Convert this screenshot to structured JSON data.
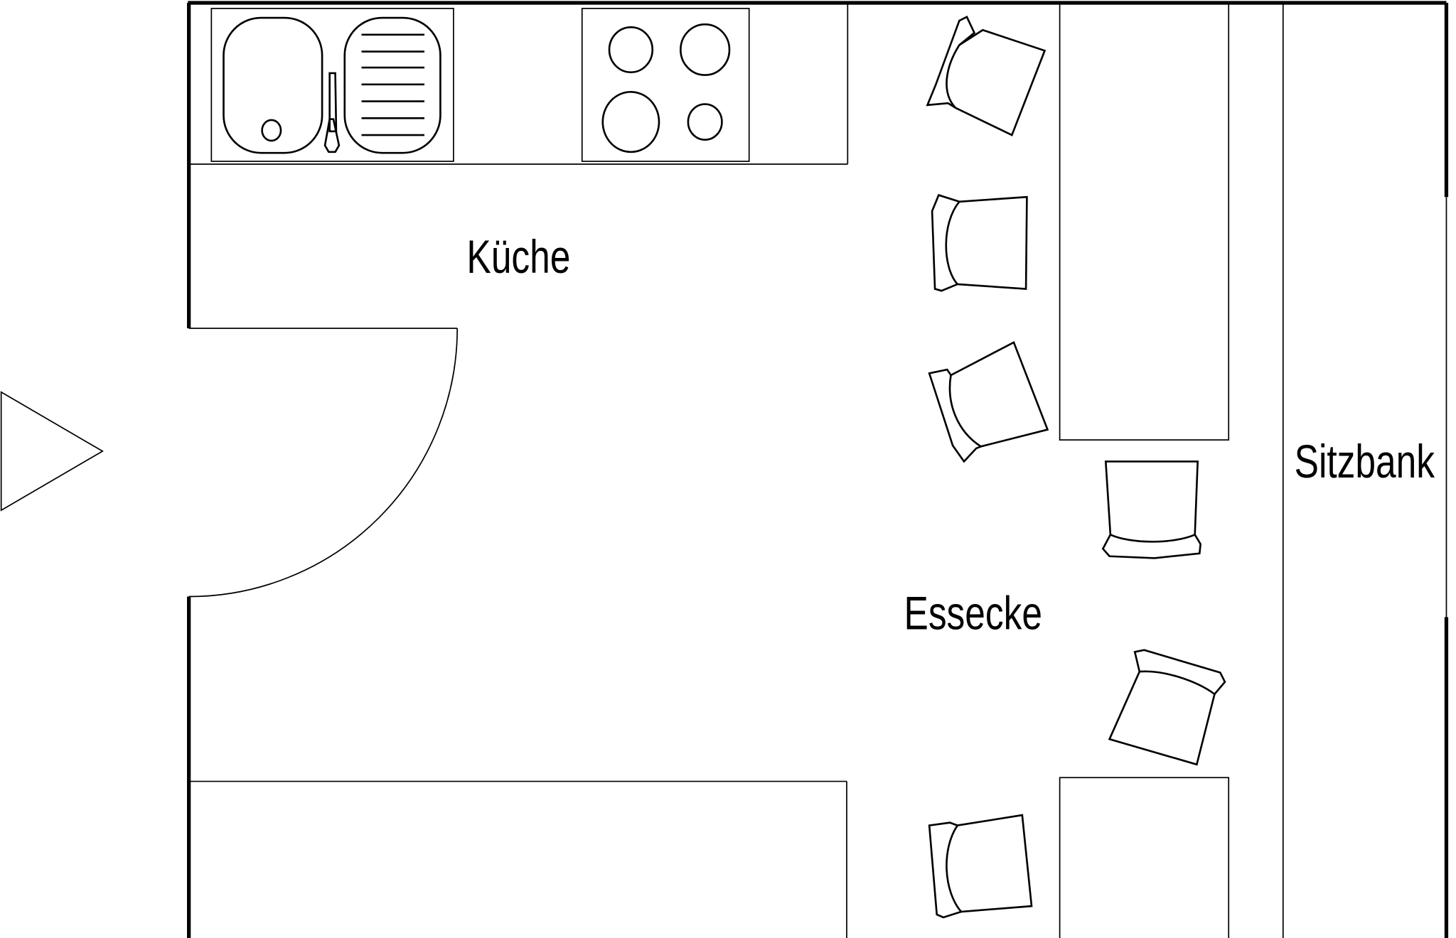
{
  "title": "Küche und Essecke Grundriss",
  "rooms": {
    "kitchen": "Küche",
    "dining": "Essecke",
    "bench": "Sitzbank"
  },
  "icons": [
    "entrance-arrow-icon",
    "sink-icon",
    "stove-icon",
    "chair-icon"
  ],
  "colors": {
    "line": "#000000",
    "background": "#ffffff"
  }
}
